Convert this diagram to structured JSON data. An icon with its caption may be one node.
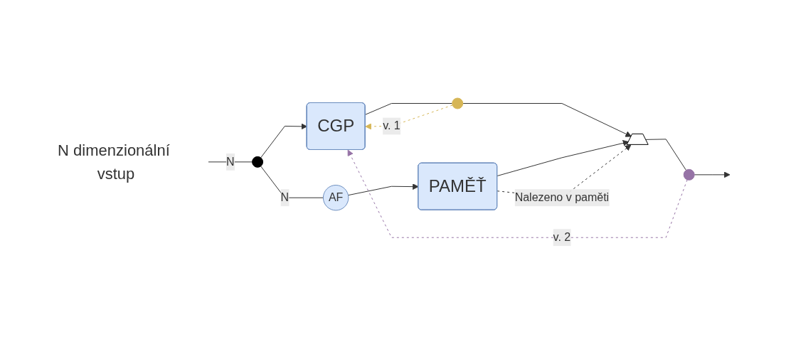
{
  "diagram": {
    "nodes": [
      {
        "text": [
          "N dimenzionální vstup"
        ]
      },
      {
        "text": [],
        "shape": "circle"
      },
      {
        "text": [
          "CGP"
        ]
      },
      {
        "text": [
          "AF"
        ]
      },
      {
        "text": [
          "PAMĚŤ"
        ]
      },
      {
        "text": [],
        "shape": "trapezoid"
      },
      {
        "text": [],
        "shape": "circle"
      },
      {
        "text": [],
        "shape": "circle"
      }
    ],
    "edges": [
      {
        "from": 0,
        "to": 1,
        "arrow": "none",
        "label": "N"
      },
      {
        "from": 1,
        "to": 2,
        "arrow": "to"
      },
      {
        "from": 1,
        "to": 3,
        "arrow": "none",
        "label": "N"
      },
      {
        "from": 3,
        "to": 4,
        "arrow": "to"
      },
      {
        "from": 2,
        "to": 6,
        "arrow": "none"
      },
      {
        "from": 6,
        "to": 5,
        "arrow": "to"
      },
      {
        "from": 4,
        "to": 5,
        "arrow": "to"
      },
      {
        "from": 4,
        "to": 5,
        "arrow": "to",
        "style": "dashed",
        "label": "Nalezeno v paměti"
      },
      {
        "from": 5,
        "to": 7,
        "arrow": "none"
      },
      {
        "from": 7,
        "to": null,
        "arrow": "to"
      },
      {
        "from": 6,
        "to": 2,
        "arrow": "to",
        "style": "dashed",
        "color": "#d6b656",
        "label": "v. 1"
      },
      {
        "from": 7,
        "to": 2,
        "arrow": "to",
        "style": "dashed",
        "color": "#9673a6",
        "label": "v. 2"
      }
    ]
  }
}
